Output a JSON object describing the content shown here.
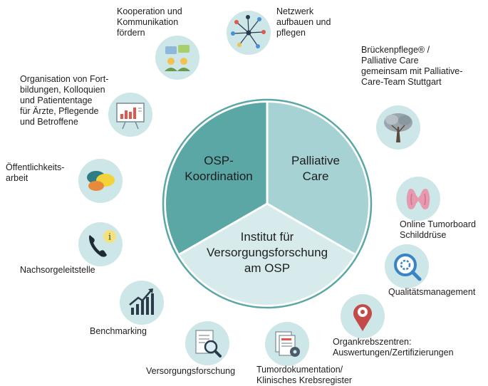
{
  "center": {
    "left_segment": "OSP-\nKoordination",
    "right_segment": "Palliative\nCare",
    "bottom_segment": "Institut für\nVersorgungsforschung\nam OSP",
    "colors": {
      "left": "#5ba7a6",
      "right": "#a6d2d3",
      "bottom": "#d8ebec",
      "ring": "#5ba7a6"
    }
  },
  "items": [
    {
      "name": "kooperation",
      "label": "Kooperation und\nKommunikation\nfördern",
      "icon": "chat-bubbles-people-icon"
    },
    {
      "name": "netzwerk",
      "label": "Netzwerk\naufbauen und\npflegen",
      "icon": "network-icon"
    },
    {
      "name": "brueckenpflege",
      "label": "Brückenpflege® /\nPalliative Care\ngemeinsam mit Palliative-\nCare-Team Stuttgart",
      "icon": "tree-icon"
    },
    {
      "name": "tumorboard",
      "label": "Online Tumorboard\nSchilddrüse",
      "icon": "thyroid-icon"
    },
    {
      "name": "qualitaet",
      "label": "Qualitätsmanagement",
      "icon": "quality-magnifier-icon"
    },
    {
      "name": "organkrebszentren",
      "label": "Organkrebszentren:\nAuswertungen/Zertifizierungen",
      "icon": "location-pin-icon"
    },
    {
      "name": "tumordokumentation",
      "label": "Tumordokumentation/\nKlinisches Krebsregister",
      "icon": "documents-gear-icon"
    },
    {
      "name": "versorgungsforschung",
      "label": "Versorgungsforschung",
      "icon": "document-magnifier-icon"
    },
    {
      "name": "benchmarking",
      "label": "Benchmarking",
      "icon": "bar-chart-arrow-icon"
    },
    {
      "name": "nachsorge",
      "label": "Nachsorgeleitstelle",
      "icon": "phone-info-icon"
    },
    {
      "name": "oeffentlichkeit",
      "label": "Öffentlichkeits-\narbeit",
      "icon": "speech-bubbles-icon"
    },
    {
      "name": "organisation",
      "label": "Organisation von Fort-\nbildungen, Kolloquien\nund Patiententage\nfür Ärzte, Pflegende\nund Betroffene",
      "icon": "presentation-board-icon"
    }
  ]
}
